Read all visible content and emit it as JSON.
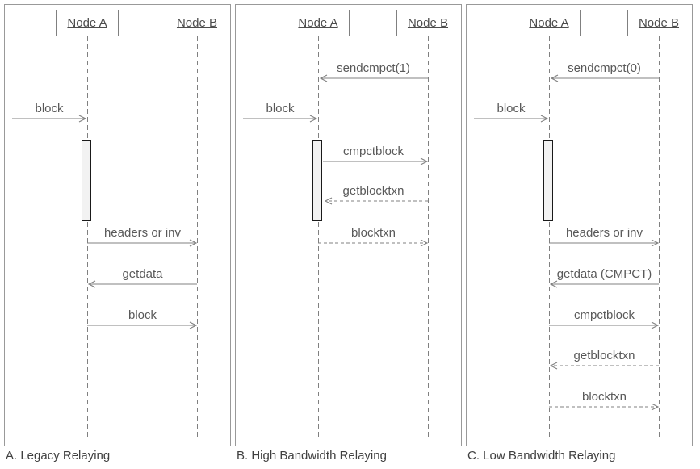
{
  "colors": {
    "line": "#808080",
    "message_text": "#595959",
    "caption_text": "#404040",
    "panel_border": "#999999",
    "activation_fill": "#f2f2f2",
    "activation_border": "#1a1a1a"
  },
  "panels": [
    {
      "caption": "A. Legacy Relaying",
      "node_a": "Node A",
      "node_b": "Node B",
      "external_message": {
        "label": "block",
        "to": "A",
        "style": "solid"
      },
      "messages": [
        {
          "label": "headers or inv",
          "from": "A",
          "to": "B",
          "style": "solid"
        },
        {
          "label": "getdata",
          "from": "B",
          "to": "A",
          "style": "solid"
        },
        {
          "label": "block",
          "from": "A",
          "to": "B",
          "style": "solid"
        }
      ]
    },
    {
      "caption": "B. High Bandwidth Relaying",
      "node_a": "Node A",
      "node_b": "Node B",
      "setup_message": {
        "label": "sendcmpct(1)",
        "from": "B",
        "to": "A",
        "style": "solid"
      },
      "external_message": {
        "label": "block",
        "to": "A",
        "style": "solid"
      },
      "messages": [
        {
          "label": "cmpctblock",
          "from": "A",
          "to": "B",
          "style": "solid"
        },
        {
          "label": "getblocktxn",
          "from": "B",
          "to": "A",
          "style": "dashed"
        },
        {
          "label": "blocktxn",
          "from": "A",
          "to": "B",
          "style": "dashed"
        }
      ]
    },
    {
      "caption": "C. Low Bandwidth Relaying",
      "node_a": "Node A",
      "node_b": "Node B",
      "setup_message": {
        "label": "sendcmpct(0)",
        "from": "B",
        "to": "A",
        "style": "solid"
      },
      "external_message": {
        "label": "block",
        "to": "A",
        "style": "solid"
      },
      "messages": [
        {
          "label": "headers or inv",
          "from": "A",
          "to": "B",
          "style": "solid"
        },
        {
          "label": "getdata (CMPCT)",
          "from": "B",
          "to": "A",
          "style": "solid"
        },
        {
          "label": "cmpctblock",
          "from": "A",
          "to": "B",
          "style": "solid"
        },
        {
          "label": "getblocktxn",
          "from": "B",
          "to": "A",
          "style": "dashed"
        },
        {
          "label": "blocktxn",
          "from": "A",
          "to": "B",
          "style": "dashed"
        }
      ]
    }
  ]
}
